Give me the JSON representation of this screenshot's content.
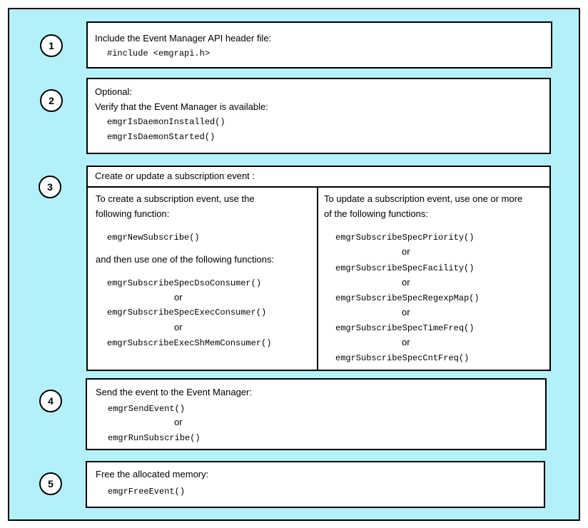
{
  "steps": [
    {
      "number": "1",
      "heading": "Include the Event Manager API header file:",
      "code": [
        "#include <emgrapi.h>"
      ]
    },
    {
      "number": "2",
      "optional": "Optional:",
      "heading": "Verify that the Event Manager is available:",
      "code": [
        "emgrIsDaemonInstalled()",
        "emgrIsDaemonStarted()"
      ]
    },
    {
      "number": "3",
      "heading": "Create or update a subscription event :",
      "left": {
        "intro_line1": "To  create a subscription event, use the",
        "intro_line2": "following function:",
        "code_main": "emgrNewSubscribe()",
        "then": "and  then use one of the following functions:",
        "functions": [
          "emgrSubscribeSpecDsoConsumer()",
          "emgrSubscribeSpecExecConsumer()",
          "emgrSubscribeExecShMemConsumer()"
        ]
      },
      "right": {
        "intro_line1": "To  update a subscription event, use one or more",
        "intro_line2": "of the following functions:",
        "functions": [
          "emgrSubscribeSpecPriority()",
          "emgrSubscribeSpecFacility()",
          "emgrSubscribeSpecRegexpMap()",
          "emgrSubscribeSpecTimeFreq()",
          "emgrSubscribeSpecCntFreq()"
        ]
      }
    },
    {
      "number": "4",
      "heading": "Send the event to the Event Manager:",
      "code": [
        "emgrSendEvent()",
        "emgrRunSubscribe()"
      ]
    },
    {
      "number": "5",
      "heading": "Free the allocated memory:",
      "code": [
        "emgrFreeEvent()"
      ]
    }
  ],
  "or_label": "or"
}
